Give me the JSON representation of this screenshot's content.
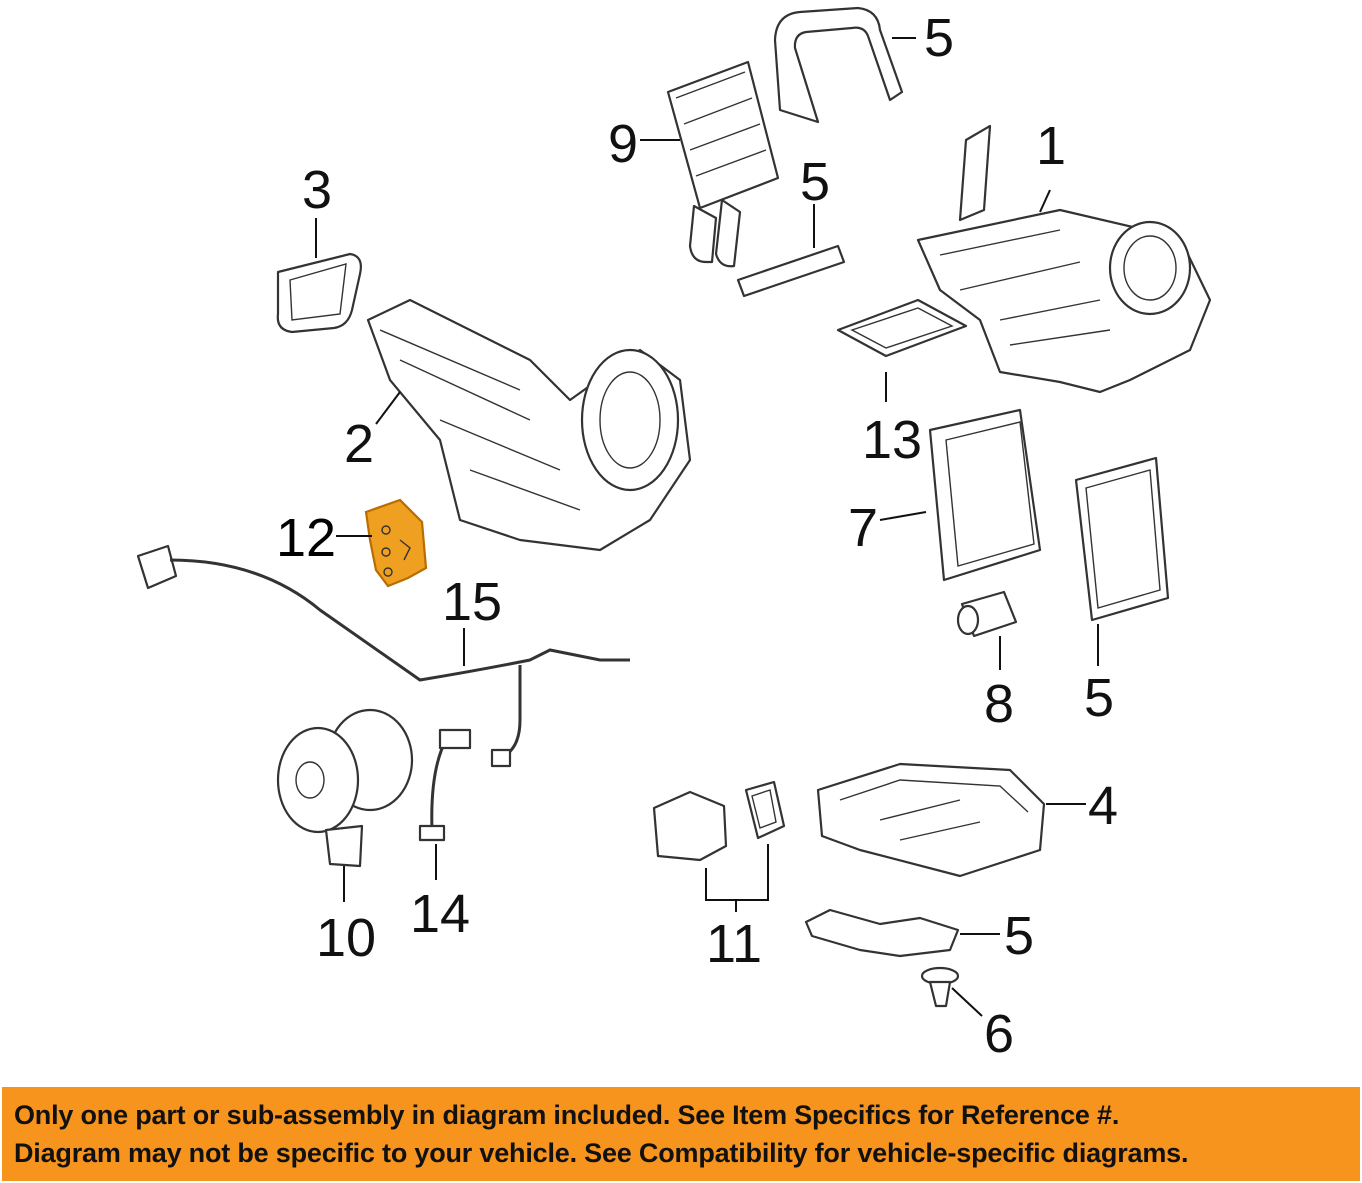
{
  "diagram": {
    "highlighted_part": "12",
    "highlight_color": "#f0a020",
    "callouts": [
      {
        "id": "c1",
        "label": "1"
      },
      {
        "id": "c2",
        "label": "2"
      },
      {
        "id": "c3",
        "label": "3"
      },
      {
        "id": "c4",
        "label": "4"
      },
      {
        "id": "c5a",
        "label": "5"
      },
      {
        "id": "c5b",
        "label": "5"
      },
      {
        "id": "c5c",
        "label": "5"
      },
      {
        "id": "c5d",
        "label": "5"
      },
      {
        "id": "c6",
        "label": "6"
      },
      {
        "id": "c7",
        "label": "7"
      },
      {
        "id": "c8",
        "label": "8"
      },
      {
        "id": "c9",
        "label": "9"
      },
      {
        "id": "c10",
        "label": "10"
      },
      {
        "id": "c11",
        "label": "11"
      },
      {
        "id": "c12",
        "label": "12"
      },
      {
        "id": "c13",
        "label": "13"
      },
      {
        "id": "c14",
        "label": "14"
      },
      {
        "id": "c15",
        "label": "15"
      }
    ]
  },
  "banner": {
    "background_color": "#f7941d",
    "line1": "Only one part or sub-assembly in diagram included. See Item Specifics for Reference #.",
    "line2": "Diagram may not be specific to your vehicle. See Compatibility for vehicle-specific diagrams."
  }
}
